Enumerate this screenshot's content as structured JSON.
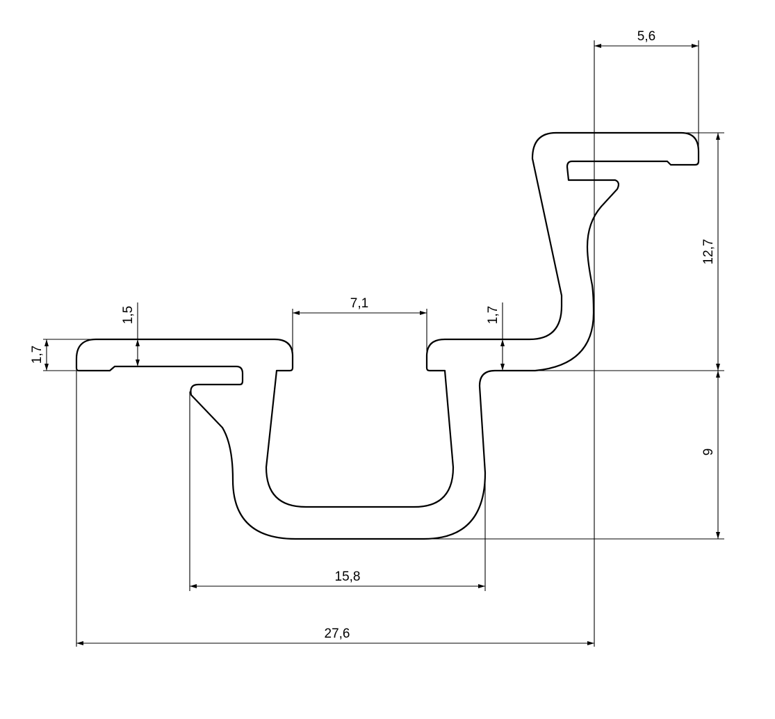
{
  "drawing": {
    "title": "Aluminium profile cross-section",
    "line_color": "#000000",
    "background": "#ffffff",
    "dimensions": {
      "overall_width": "27,6",
      "top_flange_width": "5,6",
      "upper_height": "12,7",
      "lower_height": "9",
      "channel_outer_width": "15,8",
      "slot_opening": "7,1",
      "left_flange_thickness": "1,5",
      "left_flange_height": "1,7",
      "right_flange_thickness": "1,7"
    }
  }
}
